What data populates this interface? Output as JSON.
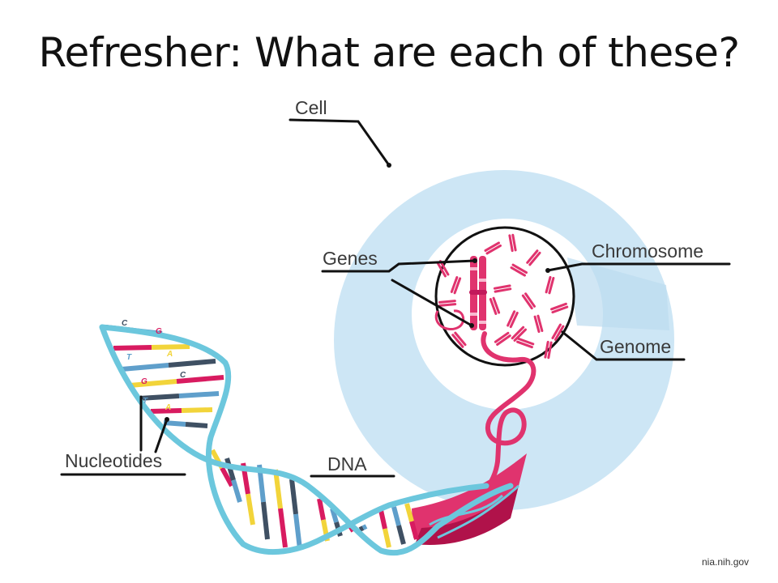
{
  "title": "Refresher: What are each of these?",
  "labels": {
    "cell": "Cell",
    "genes": "Genes",
    "chromosome": "Chromosome",
    "genome": "Genome",
    "nucleotides": "Nucleotides",
    "dna": "DNA"
  },
  "base_letters": [
    "C",
    "G",
    "T",
    "A",
    "G",
    "C",
    "T",
    "A"
  ],
  "credit": "nia.nih.gov",
  "colors": {
    "cell": "#cde6f5",
    "chromosome": "#e0336e",
    "dna_backbone": "#6cc7dd",
    "base_yellow": "#f2d43a",
    "base_slate": "#3f5063",
    "base_blue": "#5f9fcb",
    "base_magenta": "#d81b60"
  }
}
